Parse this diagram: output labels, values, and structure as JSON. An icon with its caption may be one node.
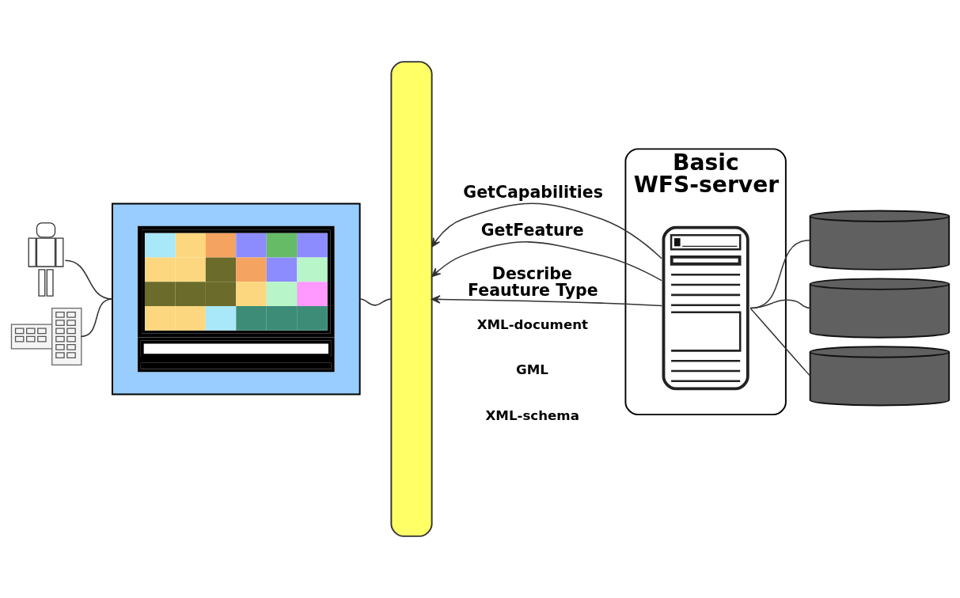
{
  "diagram": {
    "nodes": [
      {
        "text": [],
        "shape": "person"
      },
      {
        "text": [],
        "shape": "picture"
      },
      {
        "text": [],
        "shape": "picture"
      },
      {
        "text": [],
        "shape": "bar"
      },
      {
        "text": [
          "Basic WFS-server"
        ]
      },
      {
        "text": [],
        "shape": "picture",
        "in": 4
      },
      {
        "text": [],
        "shape": "cylinder"
      },
      {
        "text": [],
        "shape": "cylinder"
      },
      {
        "text": [],
        "shape": "cylinder"
      }
    ],
    "edges": [
      {
        "from": 0,
        "to": 2,
        "arrow": "none"
      },
      {
        "from": 1,
        "to": 2,
        "arrow": "none"
      },
      {
        "from": 2,
        "to": 3,
        "arrow": "none"
      },
      {
        "from": 5,
        "to": 3,
        "arrow": "to",
        "label": "GetCapabilities"
      },
      {
        "from": 5,
        "to": 3,
        "arrow": "to",
        "label": "GetFeature"
      },
      {
        "from": 5,
        "to": 3,
        "arrow": "to",
        "label": "Describe Feauture Type"
      },
      {
        "from": 5,
        "to": 6,
        "arrow": "none"
      },
      {
        "from": 5,
        "to": 7,
        "arrow": "none"
      },
      {
        "from": 5,
        "to": 8,
        "arrow": "none"
      }
    ],
    "labels": [
      "XML-document",
      "GML",
      "XML-schema"
    ]
  }
}
